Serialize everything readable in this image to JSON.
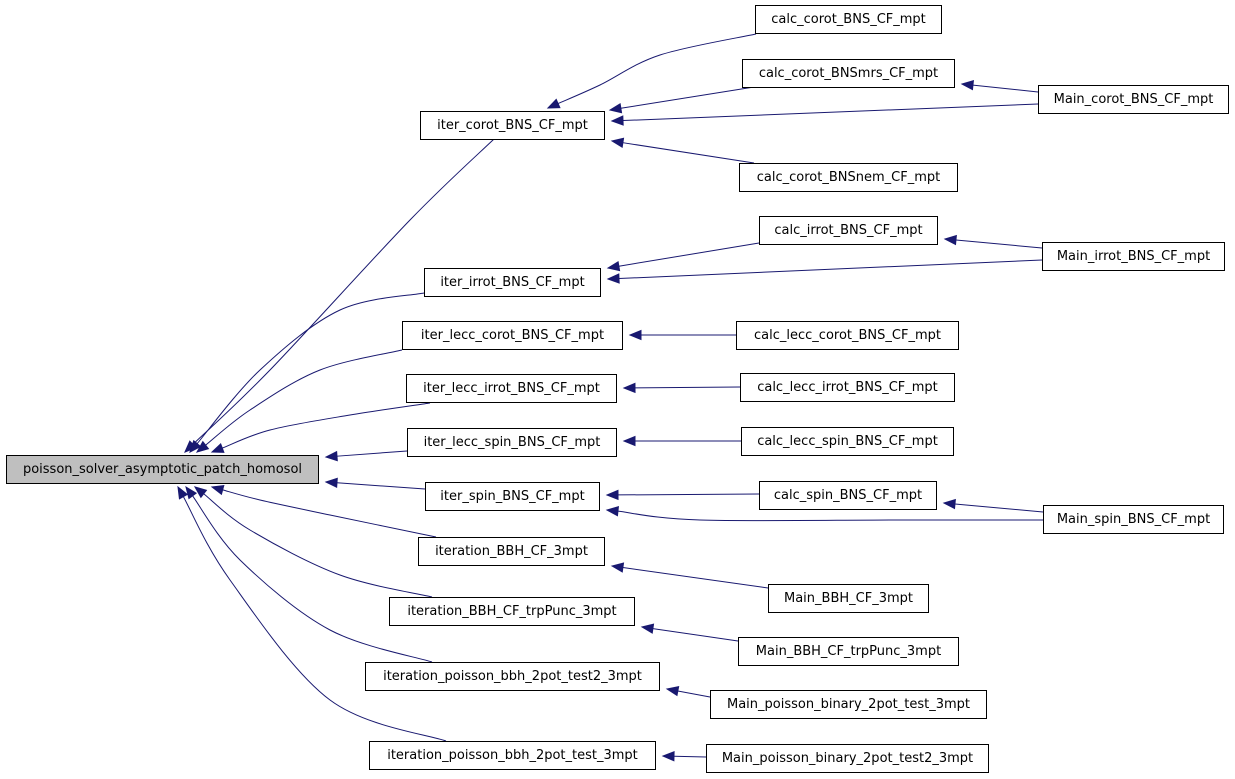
{
  "graph": {
    "root": "poisson_solver_asymptotic_patch_homosol",
    "nodes": [
      {
        "id": "root",
        "label": "poisson_solver_asymptotic_patch_homosol"
      },
      {
        "id": "iter_corot",
        "label": "iter_corot_BNS_CF_mpt"
      },
      {
        "id": "calc_corot",
        "label": "calc_corot_BNS_CF_mpt"
      },
      {
        "id": "calc_corot_mrs",
        "label": "calc_corot_BNSmrs_CF_mpt"
      },
      {
        "id": "calc_corot_nem",
        "label": "calc_corot_BNSnem_CF_mpt"
      },
      {
        "id": "main_corot",
        "label": "Main_corot_BNS_CF_mpt"
      },
      {
        "id": "iter_irrot",
        "label": "iter_irrot_BNS_CF_mpt"
      },
      {
        "id": "calc_irrot",
        "label": "calc_irrot_BNS_CF_mpt"
      },
      {
        "id": "main_irrot",
        "label": "Main_irrot_BNS_CF_mpt"
      },
      {
        "id": "iter_lecc_corot",
        "label": "iter_lecc_corot_BNS_CF_mpt"
      },
      {
        "id": "calc_lecc_corot",
        "label": "calc_lecc_corot_BNS_CF_mpt"
      },
      {
        "id": "iter_lecc_irrot",
        "label": "iter_lecc_irrot_BNS_CF_mpt"
      },
      {
        "id": "calc_lecc_irrot",
        "label": "calc_lecc_irrot_BNS_CF_mpt"
      },
      {
        "id": "iter_lecc_spin",
        "label": "iter_lecc_spin_BNS_CF_mpt"
      },
      {
        "id": "calc_lecc_spin",
        "label": "calc_lecc_spin_BNS_CF_mpt"
      },
      {
        "id": "iter_spin",
        "label": "iter_spin_BNS_CF_mpt"
      },
      {
        "id": "calc_spin",
        "label": "calc_spin_BNS_CF_mpt"
      },
      {
        "id": "main_spin",
        "label": "Main_spin_BNS_CF_mpt"
      },
      {
        "id": "iteration_bbh",
        "label": "iteration_BBH_CF_3mpt"
      },
      {
        "id": "main_bbh",
        "label": "Main_BBH_CF_3mpt"
      },
      {
        "id": "iteration_bbh_trp",
        "label": "iteration_BBH_CF_trpPunc_3mpt"
      },
      {
        "id": "main_bbh_trp",
        "label": "Main_BBH_CF_trpPunc_3mpt"
      },
      {
        "id": "iteration_poisson_test2",
        "label": "iteration_poisson_bbh_2pot_test2_3mpt"
      },
      {
        "id": "main_poisson_test",
        "label": "Main_poisson_binary_2pot_test_3mpt"
      },
      {
        "id": "iteration_poisson_test",
        "label": "iteration_poisson_bbh_2pot_test_3mpt"
      },
      {
        "id": "main_poisson_test2",
        "label": "Main_poisson_binary_2pot_test2_3mpt"
      }
    ],
    "edges": [
      {
        "from": "iter_corot",
        "to": "root"
      },
      {
        "from": "iter_irrot",
        "to": "root"
      },
      {
        "from": "iter_lecc_corot",
        "to": "root"
      },
      {
        "from": "iter_lecc_irrot",
        "to": "root"
      },
      {
        "from": "iter_lecc_spin",
        "to": "root"
      },
      {
        "from": "iter_spin",
        "to": "root"
      },
      {
        "from": "iteration_bbh",
        "to": "root"
      },
      {
        "from": "iteration_bbh_trp",
        "to": "root"
      },
      {
        "from": "iteration_poisson_test2",
        "to": "root"
      },
      {
        "from": "iteration_poisson_test",
        "to": "root"
      },
      {
        "from": "calc_corot",
        "to": "iter_corot"
      },
      {
        "from": "calc_corot_mrs",
        "to": "iter_corot"
      },
      {
        "from": "main_corot",
        "to": "iter_corot"
      },
      {
        "from": "calc_corot_nem",
        "to": "iter_corot"
      },
      {
        "from": "main_corot",
        "to": "calc_corot_mrs"
      },
      {
        "from": "calc_irrot",
        "to": "iter_irrot"
      },
      {
        "from": "main_irrot",
        "to": "iter_irrot"
      },
      {
        "from": "main_irrot",
        "to": "calc_irrot"
      },
      {
        "from": "calc_lecc_corot",
        "to": "iter_lecc_corot"
      },
      {
        "from": "calc_lecc_irrot",
        "to": "iter_lecc_irrot"
      },
      {
        "from": "calc_lecc_spin",
        "to": "iter_lecc_spin"
      },
      {
        "from": "calc_spin",
        "to": "iter_spin"
      },
      {
        "from": "main_spin",
        "to": "iter_spin"
      },
      {
        "from": "main_spin",
        "to": "calc_spin"
      },
      {
        "from": "main_bbh",
        "to": "iteration_bbh"
      },
      {
        "from": "main_bbh_trp",
        "to": "iteration_bbh_trp"
      },
      {
        "from": "main_poisson_test",
        "to": "iteration_poisson_test2"
      },
      {
        "from": "main_poisson_test2",
        "to": "iteration_poisson_test"
      }
    ],
    "colors": {
      "edge": "#191970",
      "root_fill": "#bfbfbf",
      "node_fill": "#ffffff",
      "border": "#000000"
    }
  }
}
